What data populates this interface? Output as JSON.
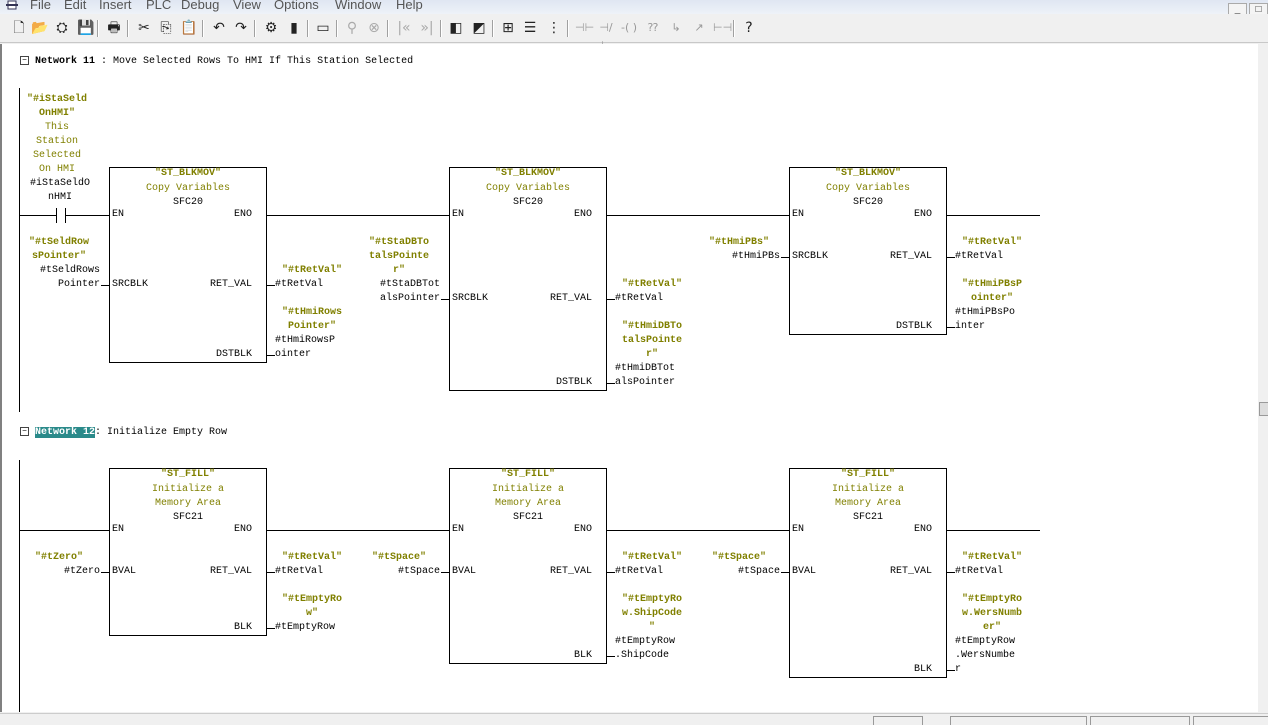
{
  "menu": [
    "File",
    "Edit",
    "Insert",
    "PLC",
    "Debug",
    "View",
    "Options",
    "Window",
    "Help"
  ],
  "window_buttons": [
    "_",
    "□"
  ],
  "toolbar": [
    "new-icon",
    "open-icon",
    "accessible-nodes-icon",
    "save-icon",
    "print-icon",
    "cut-icon",
    "copy-icon",
    "paste-icon",
    "undo-icon",
    "redo-icon",
    "download-icon",
    "monitor-icon",
    "compile-icon",
    "network-icon",
    "compare-icon",
    "previous-icon",
    "next-icon",
    "overview-icon",
    "details-icon",
    "program-elements-icon",
    "tree-icon",
    "call-structure-icon",
    "normally-open-contact-icon",
    "normally-closed-contact-icon",
    "coil-icon",
    "empty-box-icon",
    "branch-open-icon",
    "branch-close-icon",
    "connection-icon",
    "help-icon"
  ],
  "toolbar_glyphs": [
    "🗋",
    "📂",
    "⛭",
    "💾",
    "🖶",
    "✂",
    "⎘",
    "📋",
    "↶",
    "↷",
    "⚙",
    "▮",
    "▭",
    "⚲",
    "⊗",
    "|«",
    "»|",
    "◧",
    "◩",
    "⊞",
    "☰",
    "⋮",
    "⊣⊢",
    "⊣/⊢",
    "-( )",
    "⁇",
    "↳",
    "↗",
    "⊢⊣",
    "?"
  ],
  "networks": [
    {
      "label": "Network 11",
      "sep": " : ",
      "title": "Move Selected Rows To HMI If This Station Selected",
      "selected": false,
      "contact": {
        "symbol": "\"#iStaSeld\nOnHMI\"",
        "comment": "This\nStation\nSelected\nOn HMI",
        "operand": "#iStaSeldO\nnHMI"
      },
      "blocks": [
        {
          "symbol": "\"ST_BLKMOV\"",
          "comment": "Copy Variables",
          "name": "SFC20",
          "en": "EN",
          "eno": "ENO",
          "inputs": [
            {
              "pin": "SRCBLK",
              "symbol": "\"#tSeldRow\nsPointer\"",
              "operand": "#tSeldRows\nPointer"
            }
          ],
          "outputs": [
            {
              "pin": "RET_VAL",
              "symbol": "\"#tRetVal\"",
              "operand": "#tRetVal"
            },
            {
              "pin": "DSTBLK",
              "symbol": "\"#tHmiRows\nPointer\"",
              "operand": "#tHmiRowsP\nointer"
            }
          ]
        },
        {
          "symbol": "\"ST_BLKMOV\"",
          "comment": "Copy Variables",
          "name": "SFC20",
          "en": "EN",
          "eno": "ENO",
          "inputs": [
            {
              "pin": "SRCBLK",
              "symbol": "\"#tStaDBTo\ntalsPointe\nr\"",
              "operand": "#tStaDBTot\nalsPointer"
            }
          ],
          "outputs": [
            {
              "pin": "RET_VAL",
              "symbol": "\"#tRetVal\"",
              "operand": "#tRetVal"
            },
            {
              "pin": "DSTBLK",
              "symbol": "\"#tHmiDBTo\ntalsPointe\nr\"",
              "operand": "#tHmiDBTot\nalsPointer"
            }
          ]
        },
        {
          "symbol": "\"ST_BLKMOV\"",
          "comment": "Copy Variables",
          "name": "SFC20",
          "en": "EN",
          "eno": "ENO",
          "inputs": [
            {
              "pin": "SRCBLK",
              "symbol": "\"#tHmiPBs\"",
              "operand": "#tHmiPBs"
            }
          ],
          "outputs": [
            {
              "pin": "RET_VAL",
              "symbol": "\"#tRetVal\"",
              "operand": "#tRetVal"
            },
            {
              "pin": "DSTBLK",
              "symbol": "\"#tHmiPBsP\nointer\"",
              "operand": "#tHmiPBsPo\ninter"
            }
          ]
        }
      ]
    },
    {
      "label": "Network 12",
      "sep": ": ",
      "title": "Initialize Empty Row",
      "selected": true,
      "blocks": [
        {
          "symbol": "\"ST_FILL\"",
          "comment": "Initialize a\nMemory Area",
          "name": "SFC21",
          "en": "EN",
          "eno": "ENO",
          "inputs": [
            {
              "pin": "BVAL",
              "symbol": "\"#tZero\"",
              "operand": "#tZero"
            }
          ],
          "outputs": [
            {
              "pin": "RET_VAL",
              "symbol": "\"#tRetVal\"",
              "operand": "#tRetVal"
            },
            {
              "pin": "BLK",
              "symbol": "\"#tEmptyRo\nw\"",
              "operand": "#tEmptyRow"
            }
          ]
        },
        {
          "symbol": "\"ST_FILL\"",
          "comment": "Initialize a\nMemory Area",
          "name": "SFC21",
          "en": "EN",
          "eno": "ENO",
          "inputs": [
            {
              "pin": "BVAL",
              "symbol": "\"#tSpace\"",
              "operand": "#tSpace"
            }
          ],
          "outputs": [
            {
              "pin": "RET_VAL",
              "symbol": "\"#tRetVal\"",
              "operand": "#tRetVal"
            },
            {
              "pin": "BLK",
              "symbol": "\"#tEmptyRo\nw.ShipCode\n\"",
              "operand": "#tEmptyRow\n.ShipCode"
            }
          ]
        },
        {
          "symbol": "\"ST_FILL\"",
          "comment": "Initialize a\nMemory Area",
          "name": "SFC21",
          "en": "EN",
          "eno": "ENO",
          "inputs": [
            {
              "pin": "BVAL",
              "symbol": "\"#tSpace\"",
              "operand": "#tSpace"
            }
          ],
          "outputs": [
            {
              "pin": "RET_VAL",
              "symbol": "\"#tRetVal\"",
              "operand": "#tRetVal"
            },
            {
              "pin": "BLK",
              "symbol": "\"#tEmptyRo\nw.WersNumb\ner\"",
              "operand": "#tEmptyRow\n.WersNumbe\nr"
            }
          ]
        }
      ]
    }
  ],
  "colors": {
    "symbol": "#808000",
    "selection": "#2a8a8a"
  }
}
